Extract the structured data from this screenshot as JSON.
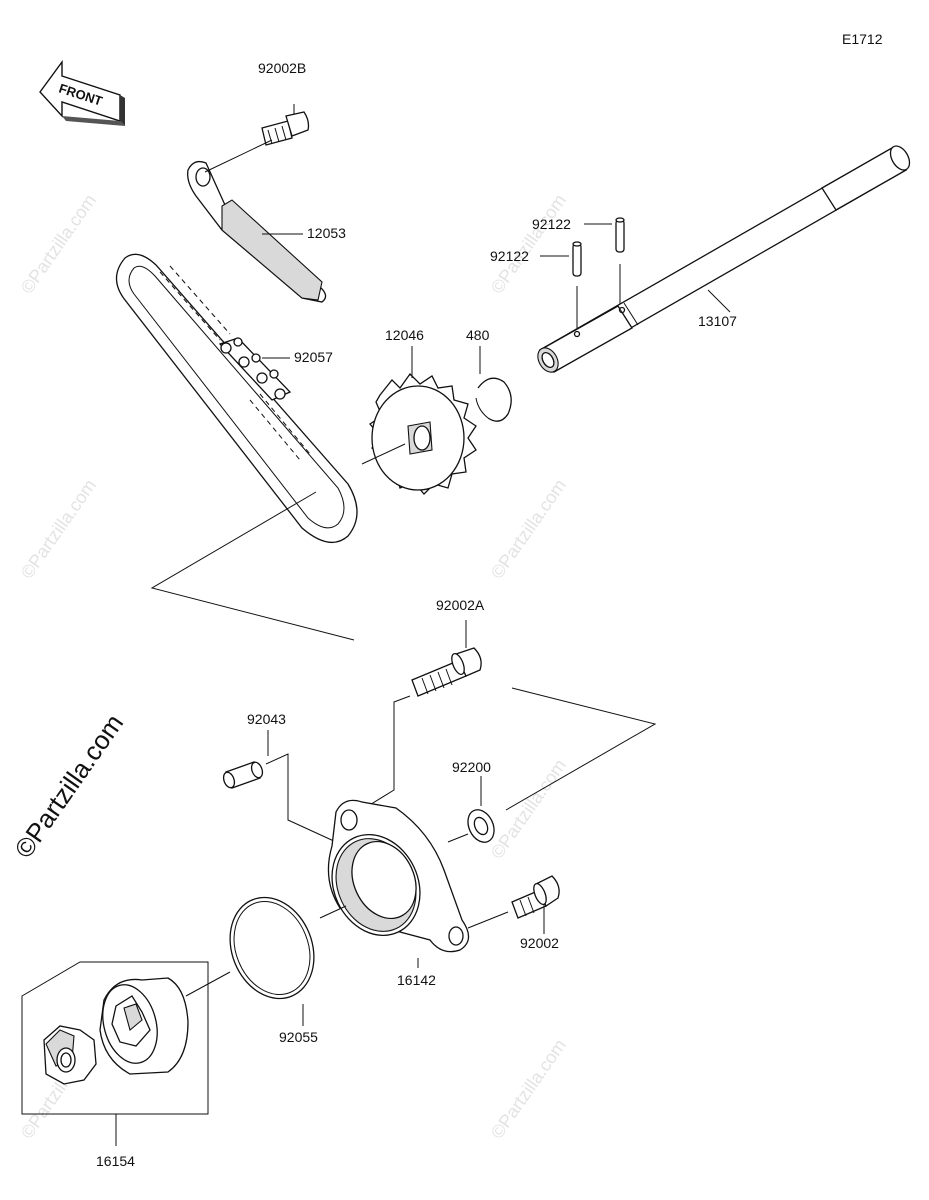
{
  "diagram_code": "E1712",
  "front_label": "FRONT",
  "watermark": "©Partzilla.com",
  "parts": {
    "p92002B": "92002B",
    "p12053": "12053",
    "p92057": "92057",
    "p12046": "12046",
    "p480": "480",
    "p92122a": "92122",
    "p92122b": "92122",
    "p13107": "13107",
    "p92002A": "92002A",
    "p92043": "92043",
    "p92200": "92200",
    "p92002": "92002",
    "p16142": "16142",
    "p92055": "92055",
    "p16154": "16154"
  }
}
